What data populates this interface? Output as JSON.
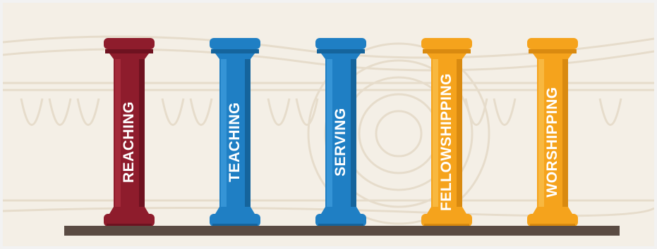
{
  "pillars": [
    {
      "label": "REACHING",
      "color": "#8e1c2c",
      "highlight": "#a32a3a",
      "shadow": "#6e1220"
    },
    {
      "label": "TEACHING",
      "color": "#1f7fc4",
      "highlight": "#3594d6",
      "shadow": "#15649c"
    },
    {
      "label": "SERVING",
      "color": "#1f7fc4",
      "highlight": "#3594d6",
      "shadow": "#15649c"
    },
    {
      "label": "FELLOWSHIPPING",
      "color": "#f5a31c",
      "highlight": "#f8b840",
      "shadow": "#d98a10"
    },
    {
      "label": "WORSHIPPING",
      "color": "#f5a31c",
      "highlight": "#f8b840",
      "shadow": "#d98a10"
    }
  ],
  "colors": {
    "background": "#f4efe6",
    "background_pattern": "#e6dccb",
    "ground": "#5a4b43"
  }
}
